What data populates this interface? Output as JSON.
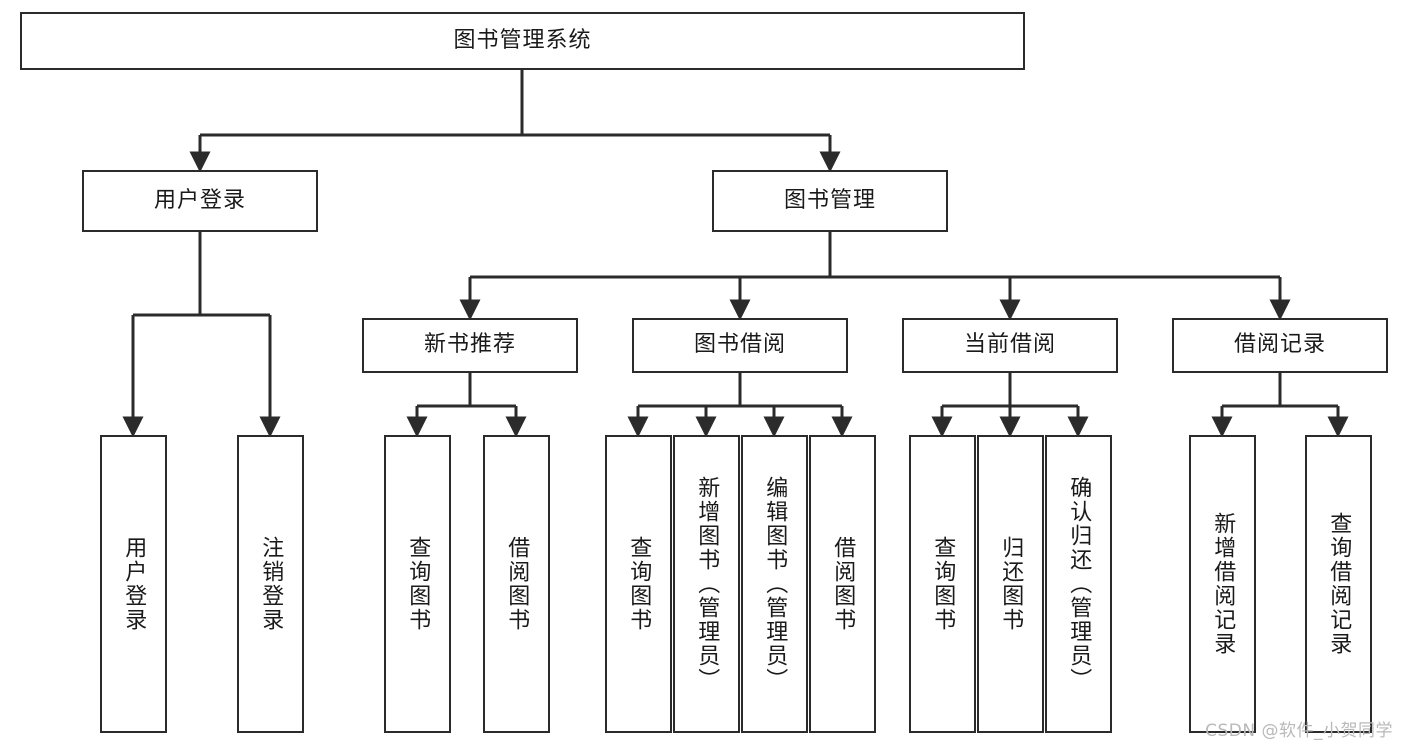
{
  "diagram": {
    "type": "tree",
    "title": "图书管理系统",
    "watermark": "CSDN @软件_小贺同学",
    "colors": {
      "box_border": "#2b2b2b",
      "box_fill": "#ffffff",
      "edge": "#2b2b2b",
      "text": "#1a1a1a",
      "watermark": "#b9b9b9"
    },
    "levels": {
      "root": {
        "label": "图书管理系统"
      },
      "modules": [
        {
          "label": "用户登录"
        },
        {
          "label": "图书管理"
        }
      ],
      "submodules": [
        {
          "label": "新书推荐"
        },
        {
          "label": "图书借阅"
        },
        {
          "label": "当前借阅"
        },
        {
          "label": "借阅记录"
        }
      ],
      "leaves": [
        {
          "label": "用户登录"
        },
        {
          "label": "注销登录"
        },
        {
          "label": "查询图书"
        },
        {
          "label": "借阅图书"
        },
        {
          "label": "查询图书"
        },
        {
          "label": "新增图书（管理员）"
        },
        {
          "label": "编辑图书（管理员）"
        },
        {
          "label": "借阅图书"
        },
        {
          "label": "查询图书"
        },
        {
          "label": "归还图书"
        },
        {
          "label": "确认归还（管理员）"
        },
        {
          "label": "新增借阅记录"
        },
        {
          "label": "查询借阅记录"
        }
      ]
    },
    "tree": {
      "name": "图书管理系统",
      "children": [
        {
          "name": "用户登录",
          "children": [
            {
              "name": "用户登录"
            },
            {
              "name": "注销登录"
            }
          ]
        },
        {
          "name": "图书管理",
          "children": [
            {
              "name": "新书推荐",
              "children": [
                {
                  "name": "查询图书"
                },
                {
                  "name": "借阅图书"
                }
              ]
            },
            {
              "name": "图书借阅",
              "children": [
                {
                  "name": "查询图书"
                },
                {
                  "name": "新增图书（管理员）"
                },
                {
                  "name": "编辑图书（管理员）"
                },
                {
                  "name": "借阅图书"
                }
              ]
            },
            {
              "name": "当前借阅",
              "children": [
                {
                  "name": "查询图书"
                },
                {
                  "name": "归还图书"
                },
                {
                  "name": "确认归还（管理员）"
                }
              ]
            },
            {
              "name": "借阅记录",
              "children": [
                {
                  "name": "新增借阅记录"
                },
                {
                  "name": "查询借阅记录"
                }
              ]
            }
          ]
        }
      ]
    }
  }
}
